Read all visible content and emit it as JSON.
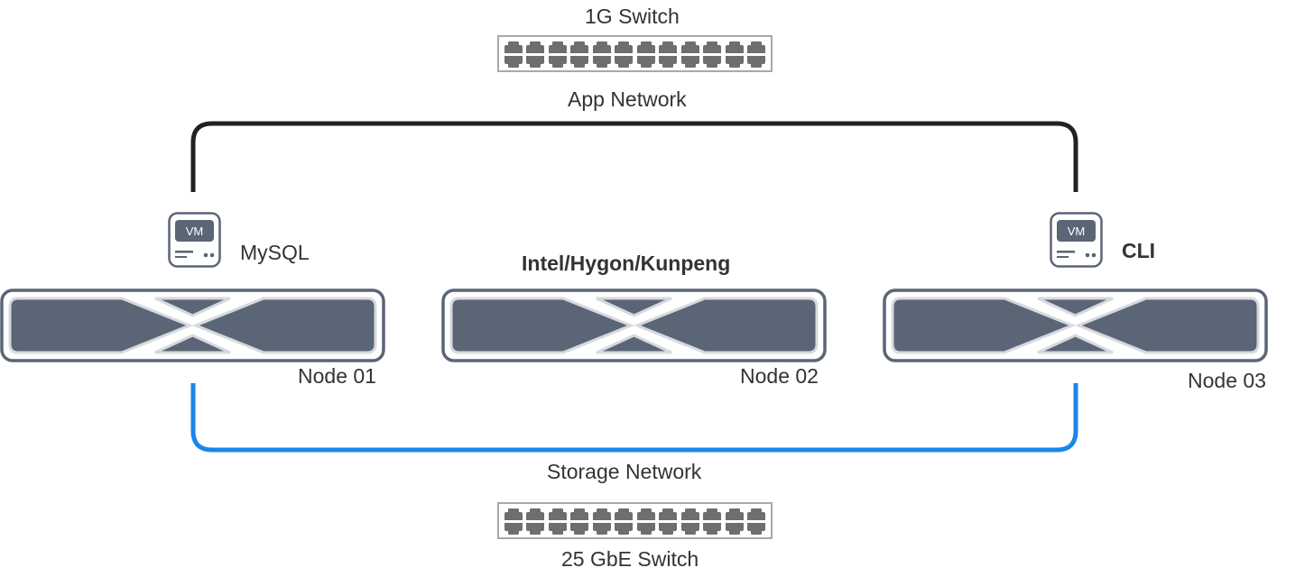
{
  "diagram": {
    "title": "Three-node cluster network topology",
    "colors": {
      "app_network_line": "#222222",
      "storage_network_line": "#1a87e8",
      "node_fill": "#5a6576",
      "node_border": "#5a6576",
      "node_inner_border": "#d6d9de",
      "switch_port": "#6e6e6e",
      "switch_border": "#a9a9a9",
      "text": "#333333"
    },
    "top_switch": {
      "label": "1G Switch",
      "port_columns": 12,
      "port_rows": 2
    },
    "app_network": {
      "label": "App Network",
      "connects": [
        "Node 01",
        "Node 03"
      ]
    },
    "bottom_switch": {
      "label": "25 GbE Switch",
      "port_columns": 12,
      "port_rows": 2
    },
    "storage_network": {
      "label": "Storage Network",
      "connects": [
        "Node 01",
        "Node 03"
      ]
    },
    "platform_label": "Intel/Hygon/Kunpeng",
    "nodes": [
      {
        "label": "Node 01",
        "vm": {
          "badge": "VM",
          "name": "MySQL"
        },
        "icon": "server-node-icon"
      },
      {
        "label": "Node 02",
        "vm": null,
        "icon": "server-node-icon"
      },
      {
        "label": "Node 03",
        "vm": {
          "badge": "VM",
          "name": "CLI"
        },
        "icon": "server-node-icon"
      }
    ]
  }
}
